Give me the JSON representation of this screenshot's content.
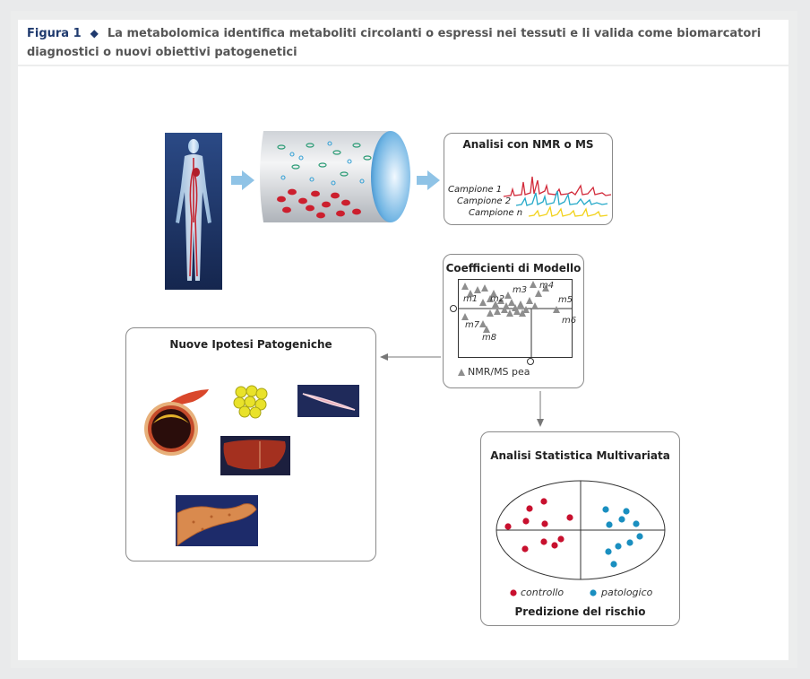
{
  "caption": {
    "figure_label": "Figura 1",
    "text": "La metabolomica identifica metaboliti circolanti o espressi nei tessuti e li valida come biomarcatori diagnostici o nuovi obiettivi patogenetici"
  },
  "nmr_box": {
    "title": "Analisi con NMR o MS",
    "samples": [
      "Campione 1",
      "Campione 2",
      "Campione n"
    ]
  },
  "model_box": {
    "title": "Coefficienti di Modello",
    "labels": [
      "m1",
      "m2",
      "m3",
      "m4",
      "m5",
      "m6",
      "m7",
      "m8"
    ],
    "legend": "NMR/MS pea",
    "axis_origin": "o"
  },
  "hypothesis_box": {
    "title": "Nuove Ipotesi Patogeniche"
  },
  "stats_box": {
    "title": "Analisi Statistica Multivariata",
    "legend_control": "controllo",
    "legend_pathologic": "patologico",
    "footer": "Predizione del rischio"
  },
  "colors": {
    "caption_accent": "#1f3a6e",
    "arrow_blue": "#8fc3e6",
    "control": "#c8102e",
    "pathologic": "#1a8fc0",
    "spectrum_red": "#d22a3a",
    "spectrum_cyan": "#25a9c9",
    "spectrum_yellow": "#f2d21b",
    "triangle_gray": "#8e8e8e"
  }
}
